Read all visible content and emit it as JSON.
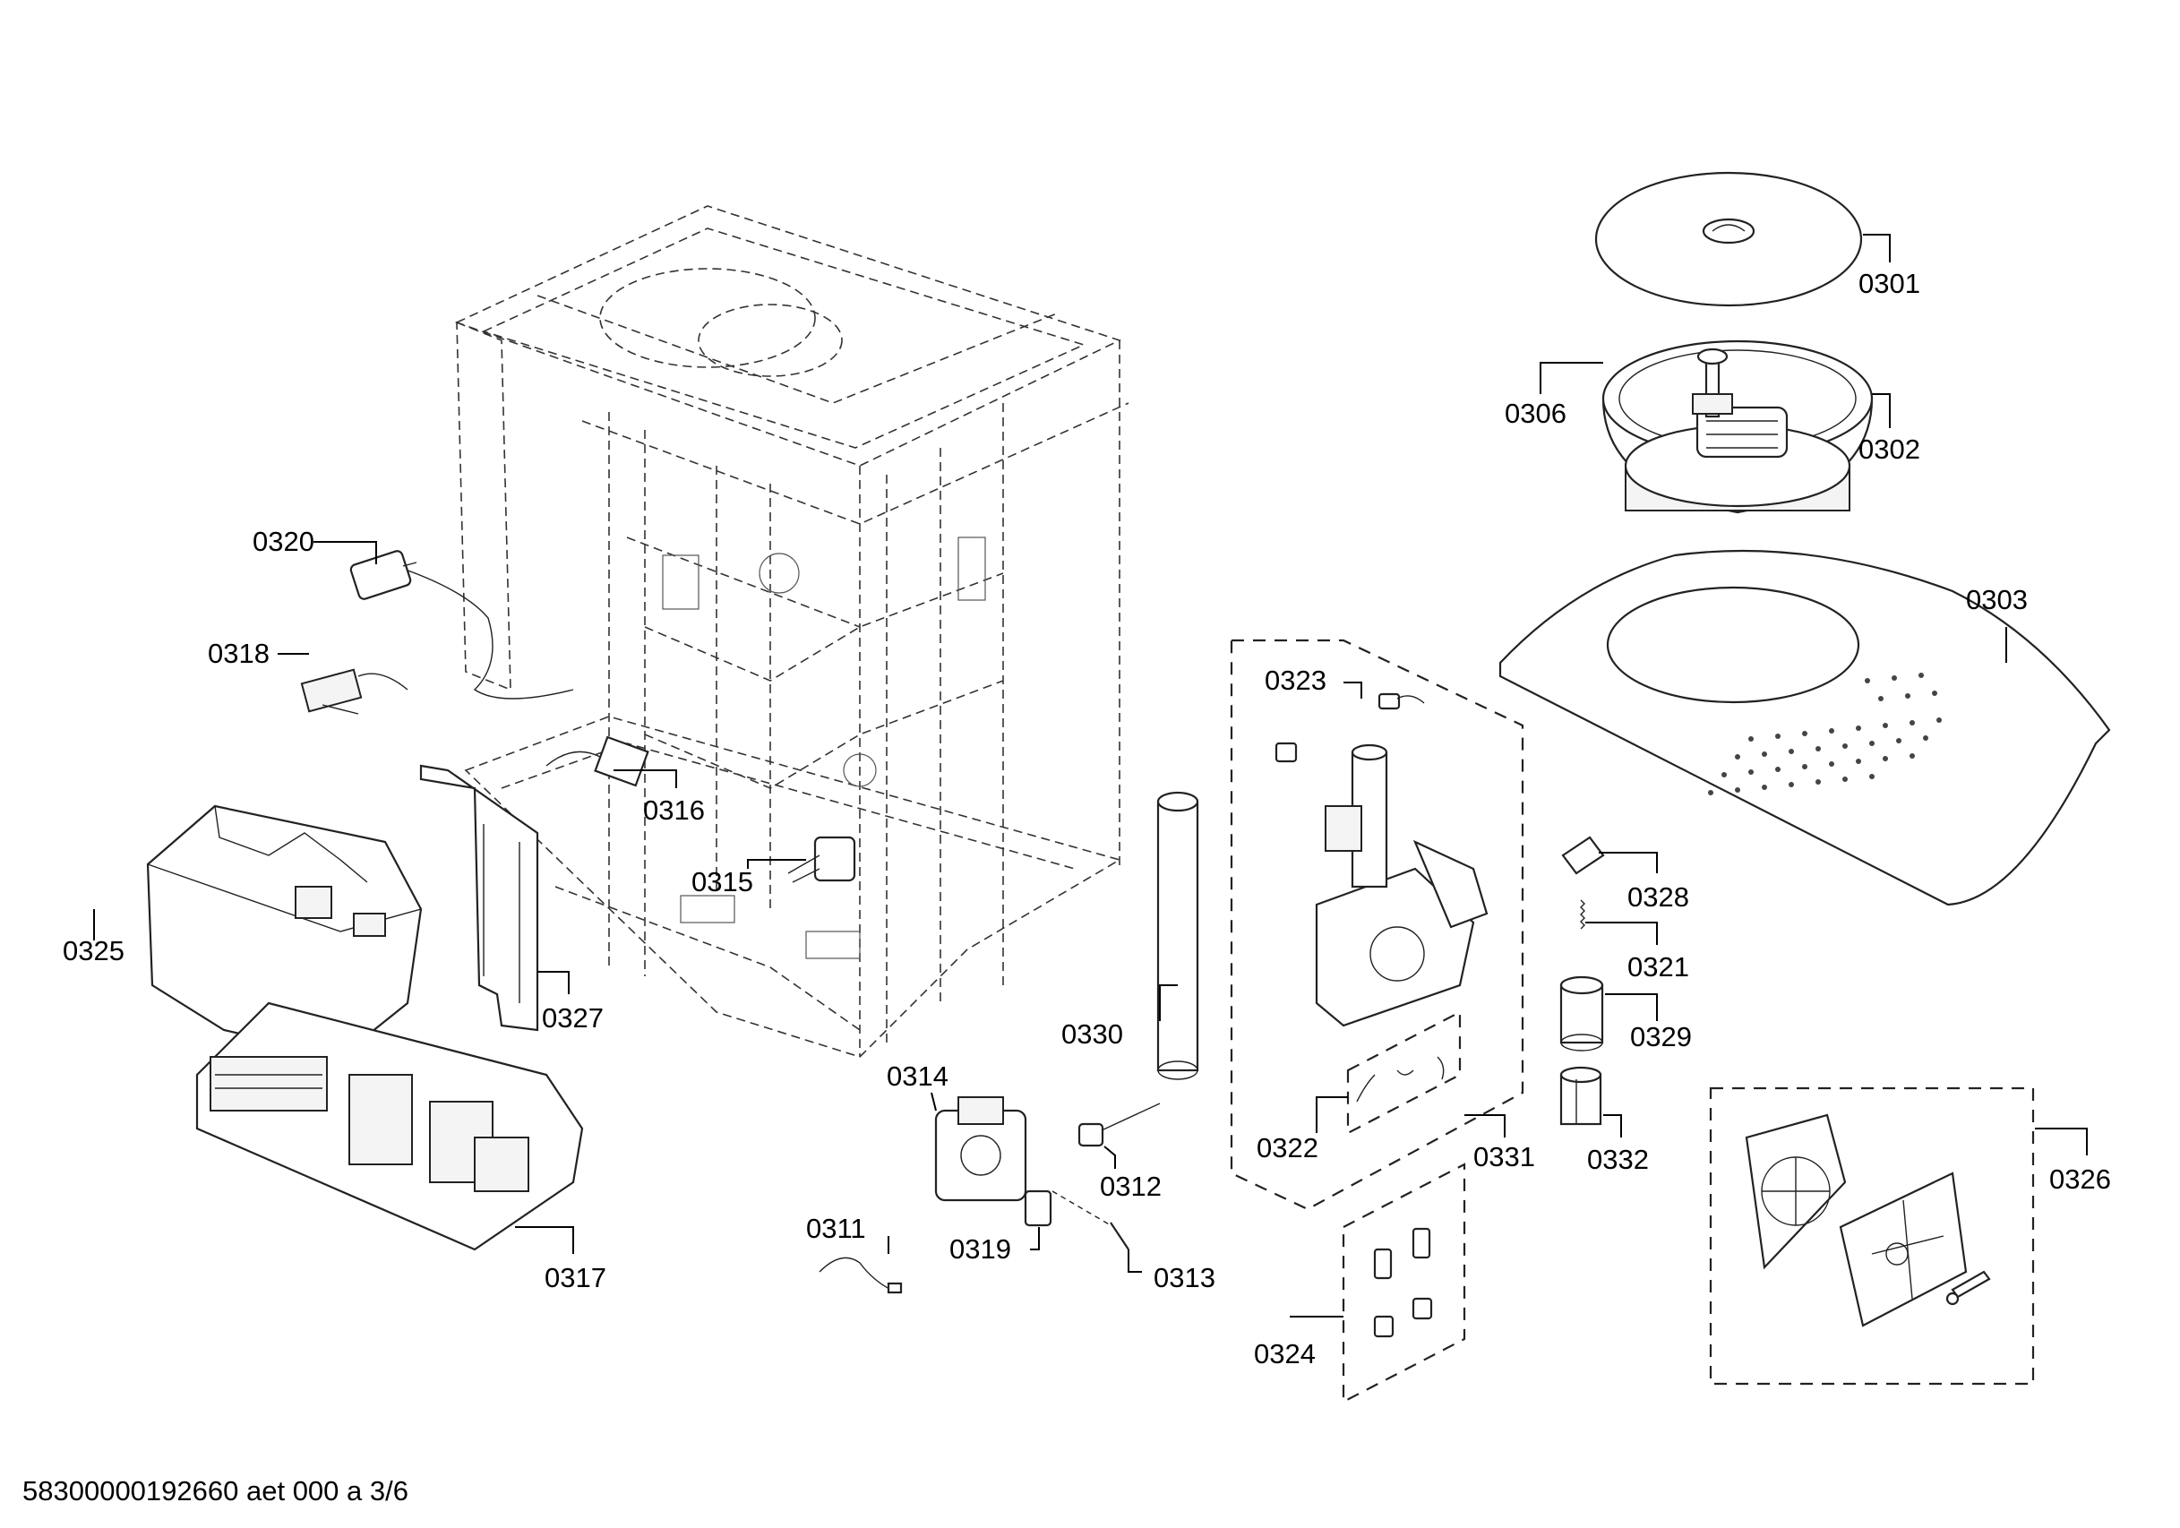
{
  "labels": {
    "p0301": "0301",
    "p0302": "0302",
    "p0303": "0303",
    "p0306": "0306",
    "p0311": "0311",
    "p0312": "0312",
    "p0313": "0313",
    "p0314": "0314",
    "p0315": "0315",
    "p0316": "0316",
    "p0317": "0317",
    "p0318": "0318",
    "p0319": "0319",
    "p0320": "0320",
    "p0321": "0321",
    "p0322": "0322",
    "p0323": "0323",
    "p0324": "0324",
    "p0325": "0325",
    "p0326": "0326",
    "p0327": "0327",
    "p0328": "0328",
    "p0329": "0329",
    "p0330": "0330",
    "p0331": "0331",
    "p0332": "0332"
  },
  "footer": "58300000192660 aet 000 a 3/6"
}
